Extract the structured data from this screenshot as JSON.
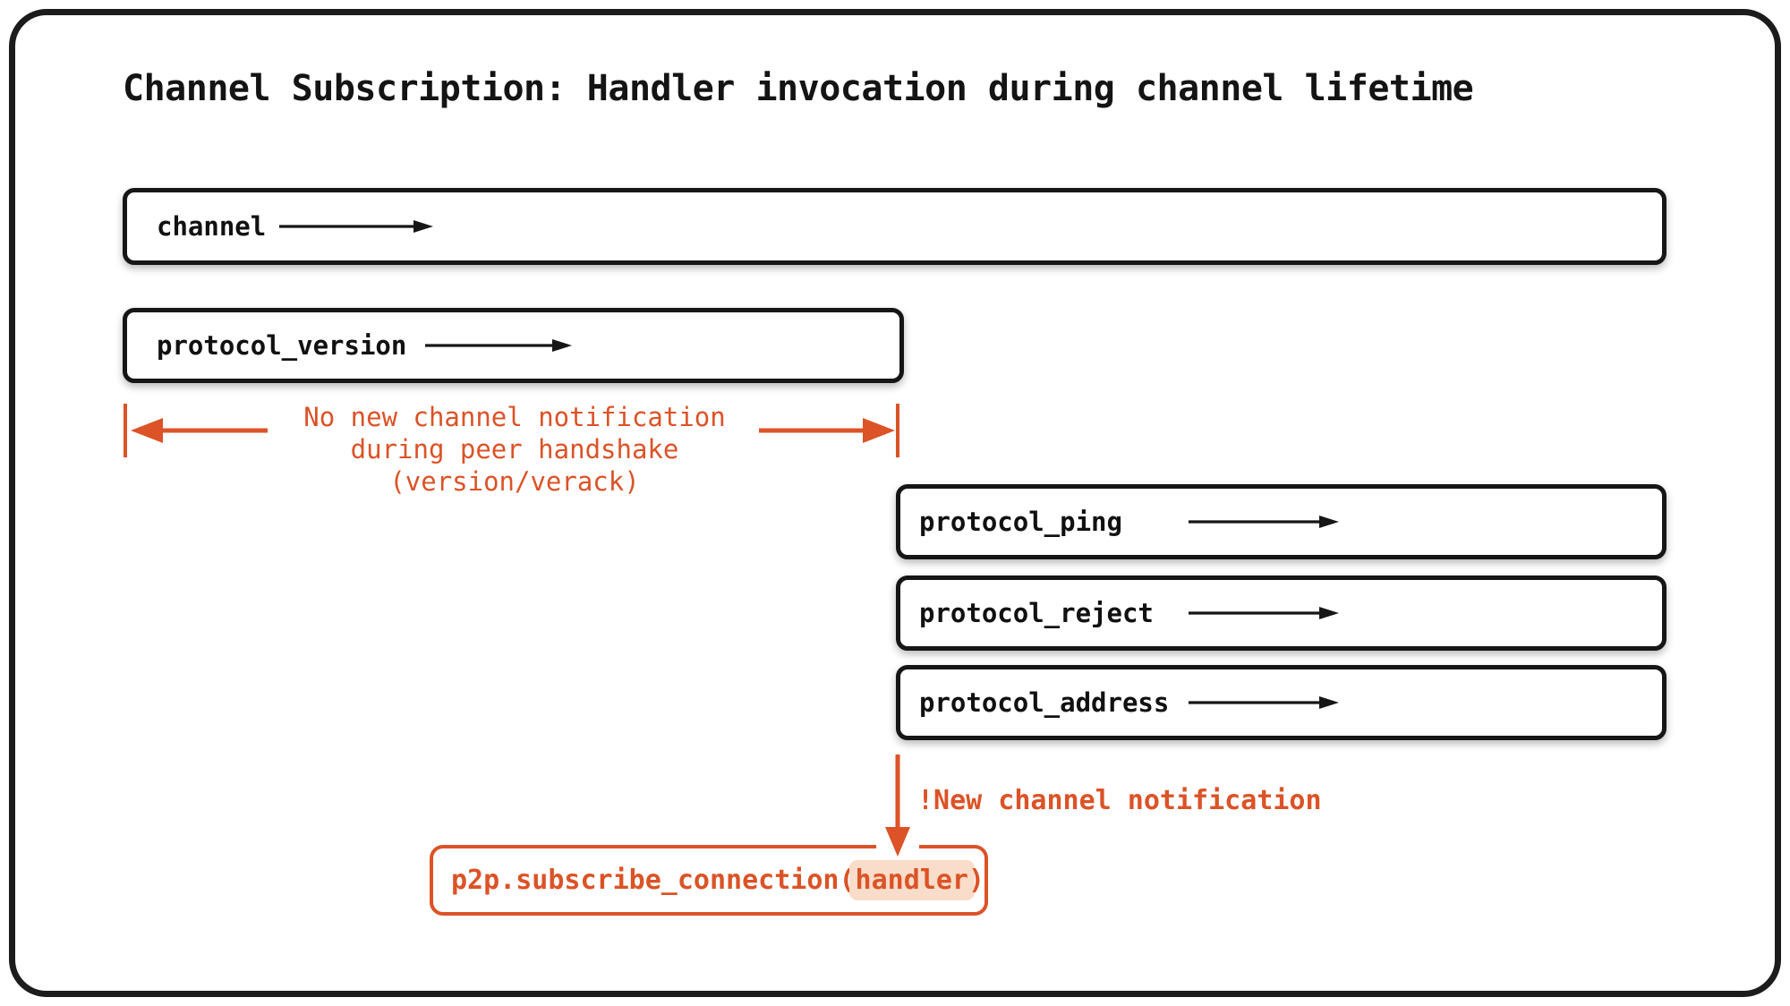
{
  "title": "Channel Subscription: Handler invocation during channel lifetime",
  "colors": {
    "accent_orange": "#DB5327",
    "handler_highlight": "#F9DCC9",
    "ink_black": "#161616"
  },
  "boxes": {
    "channel": {
      "label": "channel"
    },
    "protocol_version": {
      "label": "protocol_version"
    },
    "protocol_ping": {
      "label": "protocol_ping"
    },
    "protocol_reject": {
      "label": "protocol_reject"
    },
    "protocol_address": {
      "label": "protocol_address"
    }
  },
  "annotations": {
    "handshake_line1": "No new channel notification",
    "handshake_line2": "during peer handshake",
    "handshake_line3": "(version/verack)",
    "new_channel": "!New channel notification"
  },
  "subscribe_call": {
    "prefix": "p2p.subscribe_connection(",
    "highlight": "handler",
    "suffix": ")"
  }
}
